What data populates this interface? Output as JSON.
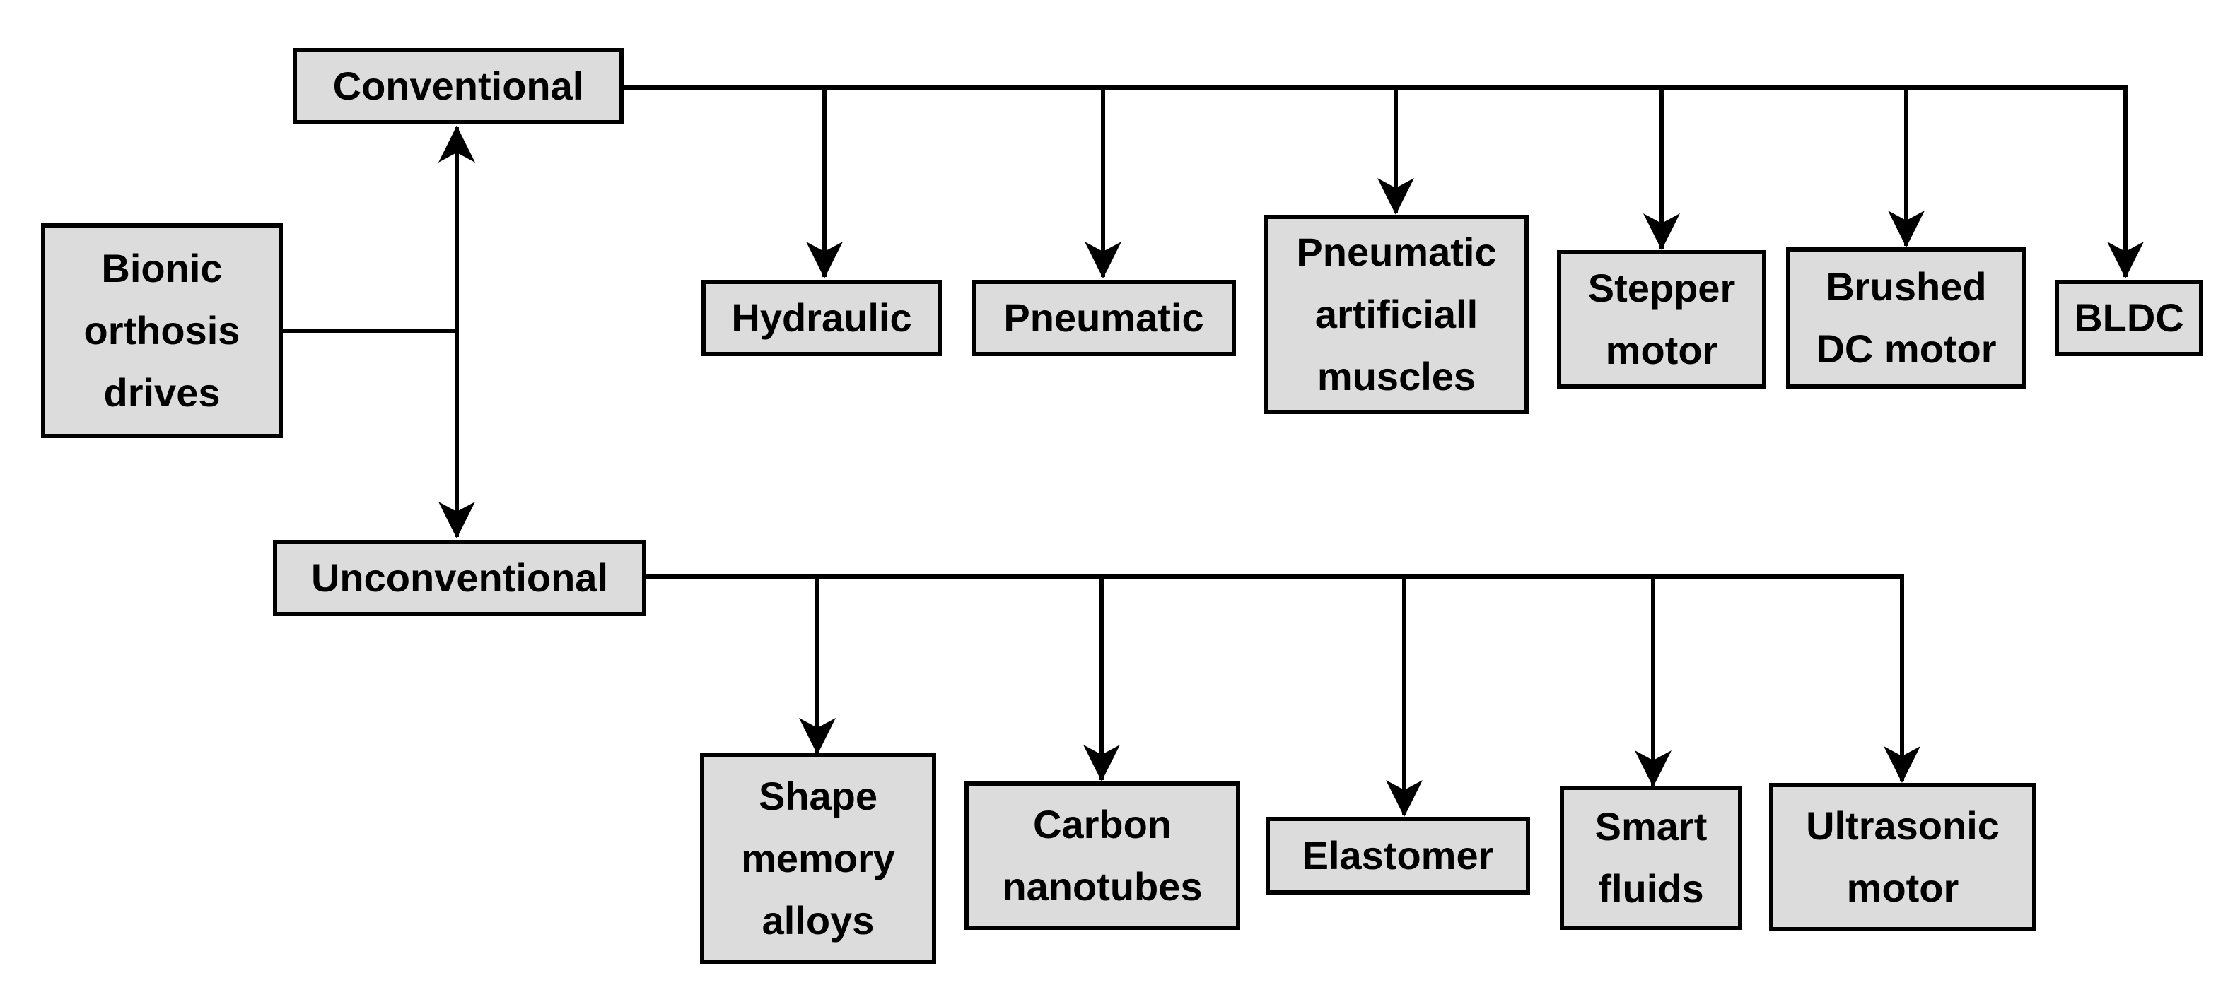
{
  "diagram": {
    "root": {
      "label": "Bionic\northosis\ndrives"
    },
    "categories": [
      {
        "label": "Conventional",
        "children": [
          "Hydraulic",
          "Pneumatic",
          "Pneumatic\nartificiall\nmuscles",
          "Stepper\nmotor",
          "Brushed\nDC motor",
          "BLDC"
        ]
      },
      {
        "label": "Unconventional",
        "children": [
          "Shape\nmemory\nalloys",
          "Carbon\nnanotubes",
          "Elastomer",
          "Smart\nfluids",
          "Ultrasonic\nmotor"
        ]
      }
    ]
  },
  "colors": {
    "box_fill": "#dcdcdc",
    "stroke": "#000000",
    "text": "#000000",
    "background": "#ffffff"
  }
}
